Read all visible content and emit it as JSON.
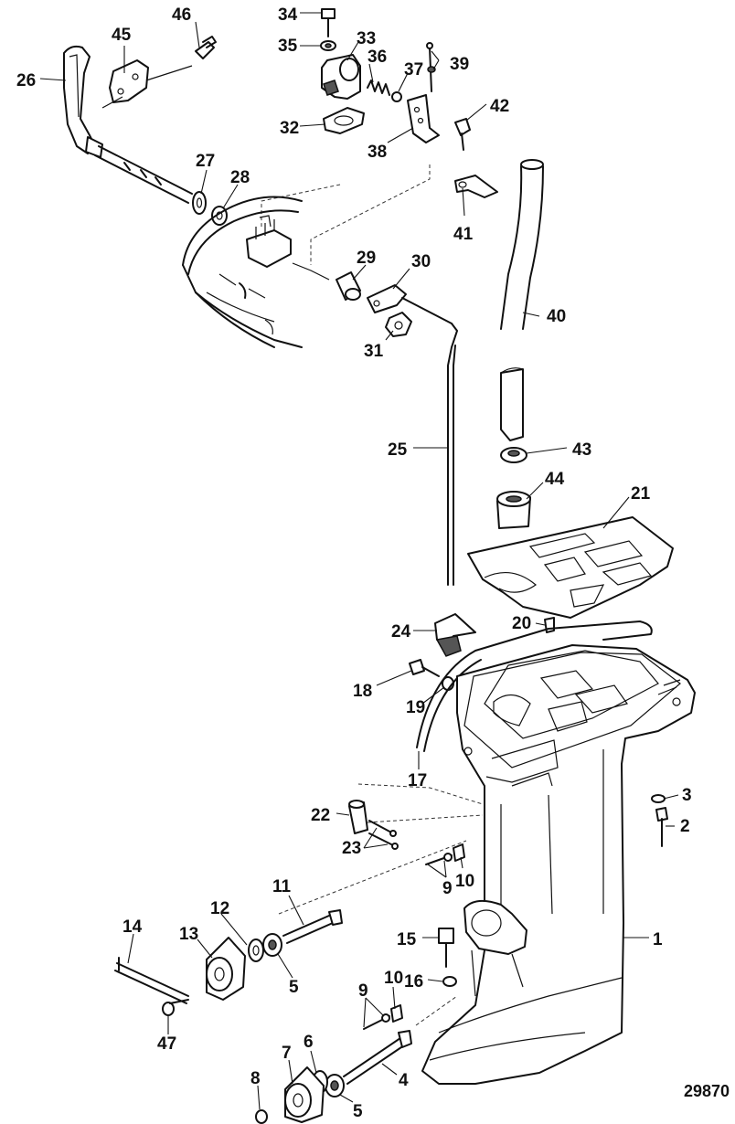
{
  "figure_number": "29870",
  "callouts": [
    {
      "id": "c46",
      "text": "46"
    },
    {
      "id": "c45",
      "text": "45"
    },
    {
      "id": "c26",
      "text": "26"
    },
    {
      "id": "c34",
      "text": "34"
    },
    {
      "id": "c35",
      "text": "35"
    },
    {
      "id": "c33",
      "text": "33"
    },
    {
      "id": "c36",
      "text": "36"
    },
    {
      "id": "c37",
      "text": "37"
    },
    {
      "id": "c39",
      "text": "39"
    },
    {
      "id": "c42",
      "text": "42"
    },
    {
      "id": "c32",
      "text": "32"
    },
    {
      "id": "c38",
      "text": "38"
    },
    {
      "id": "c27",
      "text": "27"
    },
    {
      "id": "c28",
      "text": "28"
    },
    {
      "id": "c41",
      "text": "41"
    },
    {
      "id": "c29",
      "text": "29"
    },
    {
      "id": "c30",
      "text": "30"
    },
    {
      "id": "c40",
      "text": "40"
    },
    {
      "id": "c31",
      "text": "31"
    },
    {
      "id": "c25",
      "text": "25"
    },
    {
      "id": "c43",
      "text": "43"
    },
    {
      "id": "c44",
      "text": "44"
    },
    {
      "id": "c21",
      "text": "21"
    },
    {
      "id": "c20",
      "text": "20"
    },
    {
      "id": "c24",
      "text": "24"
    },
    {
      "id": "c18",
      "text": "18"
    },
    {
      "id": "c19",
      "text": "19"
    },
    {
      "id": "c17",
      "text": "17"
    },
    {
      "id": "c3",
      "text": "3"
    },
    {
      "id": "c22",
      "text": "22"
    },
    {
      "id": "c2",
      "text": "2"
    },
    {
      "id": "c23",
      "text": "23"
    },
    {
      "id": "c9a",
      "text": "9"
    },
    {
      "id": "c10a",
      "text": "10"
    },
    {
      "id": "c11",
      "text": "11"
    },
    {
      "id": "c14",
      "text": "14"
    },
    {
      "id": "c12",
      "text": "12"
    },
    {
      "id": "c13",
      "text": "13"
    },
    {
      "id": "c15",
      "text": "15"
    },
    {
      "id": "c1",
      "text": "1"
    },
    {
      "id": "c5a",
      "text": "5"
    },
    {
      "id": "c16",
      "text": "16"
    },
    {
      "id": "c10b",
      "text": "10"
    },
    {
      "id": "c9b",
      "text": "9"
    },
    {
      "id": "c47",
      "text": "47"
    },
    {
      "id": "c6",
      "text": "6"
    },
    {
      "id": "c7",
      "text": "7"
    },
    {
      "id": "c4",
      "text": "4"
    },
    {
      "id": "c8",
      "text": "8"
    },
    {
      "id": "c5b",
      "text": "5"
    }
  ]
}
